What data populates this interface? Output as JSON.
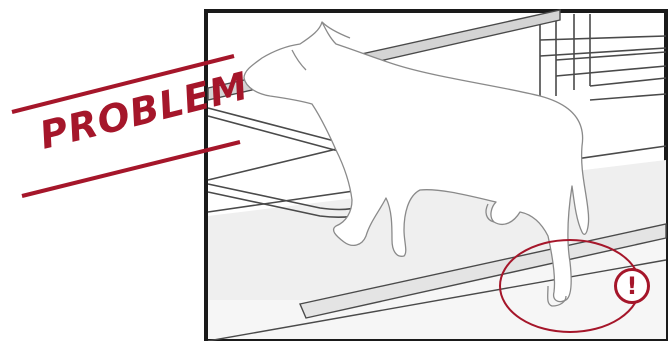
{
  "label": {
    "text": "PROBLEM",
    "color": "#a5162a"
  },
  "alert": {
    "symbol": "!",
    "icon": "exclamation-circle-icon",
    "color": "#a5162a"
  },
  "illustration": {
    "subject": "cow-in-stall",
    "highlight": "hind-hoof-on-curb"
  }
}
